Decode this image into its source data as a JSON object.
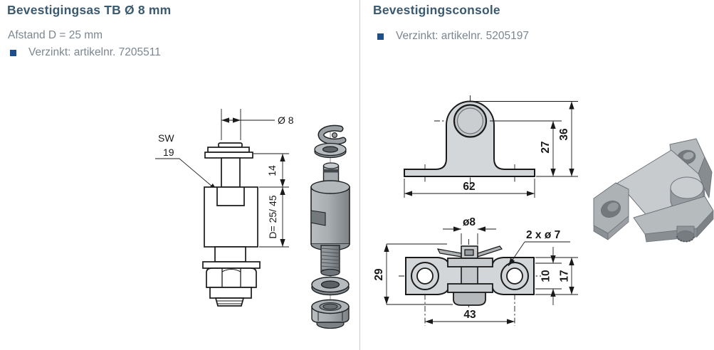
{
  "left_section": {
    "title": "Bevestigingsas TB Ø 8 mm",
    "subtitle": "Afstand D = 25 mm",
    "bullet_item": "Verzinkt: artikelnr. 7205511",
    "drawing": {
      "dim_pin_diameter": "Ø 8",
      "wrench_size_label": "SW",
      "wrench_size_value": "19",
      "dim_pin_length": "14",
      "dim_body_length": "D= 25/ 45"
    }
  },
  "right_section": {
    "title": "Bevestigingsconsole",
    "bullet_item": "Verzinkt: artikelnr. 5205197",
    "front_view": {
      "dim_hole_center_height": "27",
      "dim_total_height": "36",
      "dim_base_width": "62"
    },
    "top_view": {
      "dim_pin_diameter": "ø8",
      "dim_mount_holes": "2 x ø 7",
      "dim_overall_height": "29",
      "dim_hole_spacing": "43",
      "dim_inner_width": "10",
      "dim_plate_width": "17"
    }
  },
  "colors": {
    "title_text": "#3b5a70",
    "body_text": "#7b8691",
    "bullet": "#1d4f8a",
    "divider": "#c9cbcd",
    "drawing_line": "#1a1a1a",
    "fill_light_gray": "#d4d7d9",
    "fill_mid_gray": "#b2b7ba"
  }
}
